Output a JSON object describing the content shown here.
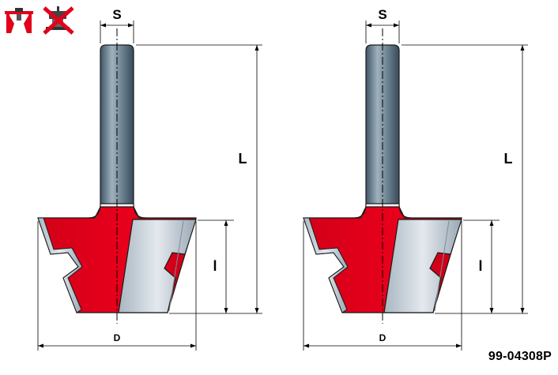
{
  "product_code": "99-04308P",
  "icons": [
    {
      "name": "router-table-icon",
      "color": "#e2001a"
    },
    {
      "name": "no-handheld-router-icon",
      "color": "#e2001a"
    }
  ],
  "figures": [
    {
      "name": "router-bit-figure-1",
      "labels": {
        "shank": "S",
        "total_length": "L",
        "cut_length": "l",
        "diameter": "D"
      }
    },
    {
      "name": "router-bit-figure-2",
      "labels": {
        "shank": "S",
        "total_length": "L",
        "cut_length": "l",
        "diameter": "D"
      }
    }
  ],
  "colors": {
    "body": "#e2001a",
    "body_dark": "#b50015",
    "carbide": "#c9d2da",
    "shank": "#6e8596",
    "outline": "#1a1a1a"
  }
}
